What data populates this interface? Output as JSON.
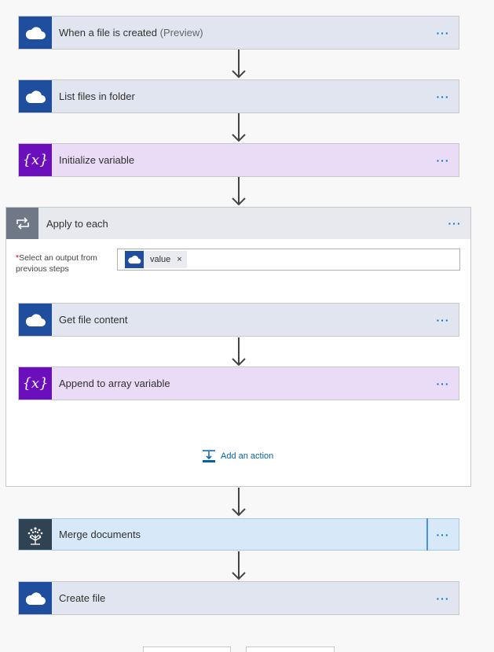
{
  "steps": {
    "trigger": {
      "title": "When a file is created",
      "subtitle": "(Preview)",
      "more": "···",
      "icon": "onedrive-cloud-icon"
    },
    "list_files": {
      "title": "List files in folder",
      "more": "···",
      "icon": "onedrive-cloud-icon"
    },
    "init_var": {
      "title": "Initialize variable",
      "more": "···",
      "icon": "variable-icon",
      "glyph": "{x}"
    },
    "apply_each": {
      "title": "Apply to each",
      "more": "···",
      "icon": "loop-icon",
      "select_label_required": "*",
      "select_label": "Select an output from previous steps",
      "token_label": "value",
      "token_remove": "×",
      "inner": {
        "get_content": {
          "title": "Get file content",
          "more": "···",
          "icon": "onedrive-cloud-icon"
        },
        "append": {
          "title": "Append to array variable",
          "more": "···",
          "icon": "variable-icon",
          "glyph": "{x}"
        }
      },
      "add_action": "Add an action"
    },
    "merge": {
      "title": "Merge documents",
      "more": "···",
      "icon": "tree-icon"
    },
    "create_file": {
      "title": "Create file",
      "more": "···",
      "icon": "onedrive-cloud-icon"
    }
  },
  "colors": {
    "onedrive": "#1f4e9e",
    "variable": "#6b0fbd",
    "link": "#0078d4"
  }
}
